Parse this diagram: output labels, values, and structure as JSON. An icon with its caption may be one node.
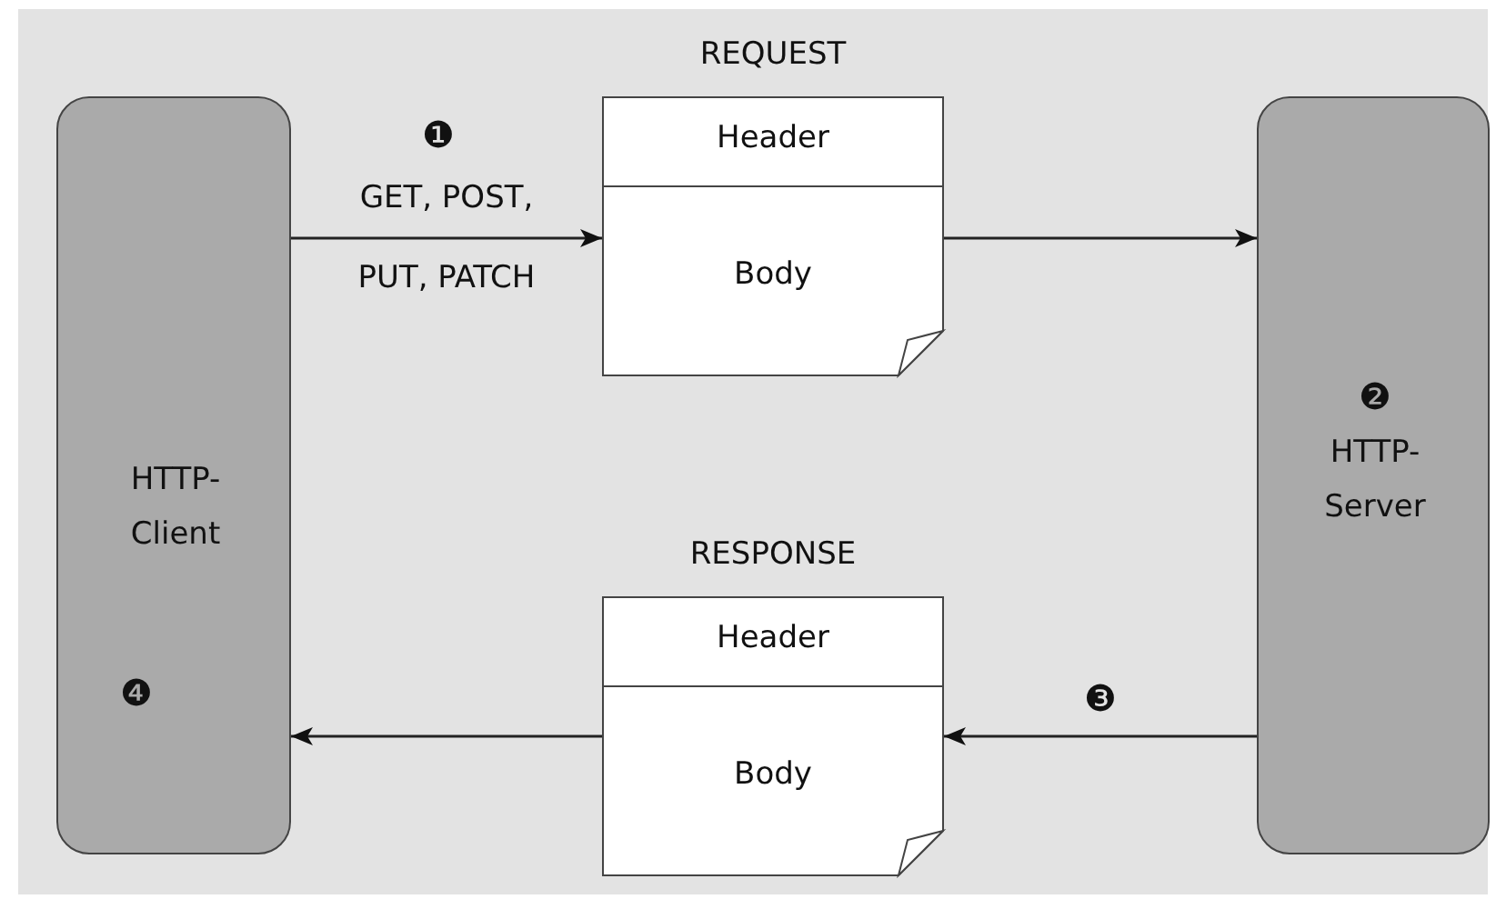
{
  "diagram": {
    "nodes": [
      {
        "text": [
          "HTTP-Client",
          "❹"
        ]
      },
      {
        "text": [
          "REQUEST"
        ]
      },
      {
        "text": [
          "Header"
        ],
        "in": 1
      },
      {
        "text": [
          "Body"
        ],
        "in": 1
      },
      {
        "text": [
          "❷",
          "HTTP-Server"
        ]
      },
      {
        "text": [
          "RESPONSE"
        ]
      },
      {
        "text": [
          "Header"
        ],
        "in": 5
      },
      {
        "text": [
          "Body"
        ],
        "in": 5
      }
    ],
    "edges": [
      {
        "from": 0,
        "to": 1,
        "arrow": "to",
        "label": "GET, POST, PUT, PATCH"
      },
      {
        "from": 1,
        "to": 4,
        "arrow": "to"
      },
      {
        "from": 4,
        "to": 5,
        "arrow": "to"
      },
      {
        "from": 5,
        "to": 0,
        "arrow": "to"
      }
    ],
    "labels": [
      "❶",
      "❸"
    ]
  }
}
